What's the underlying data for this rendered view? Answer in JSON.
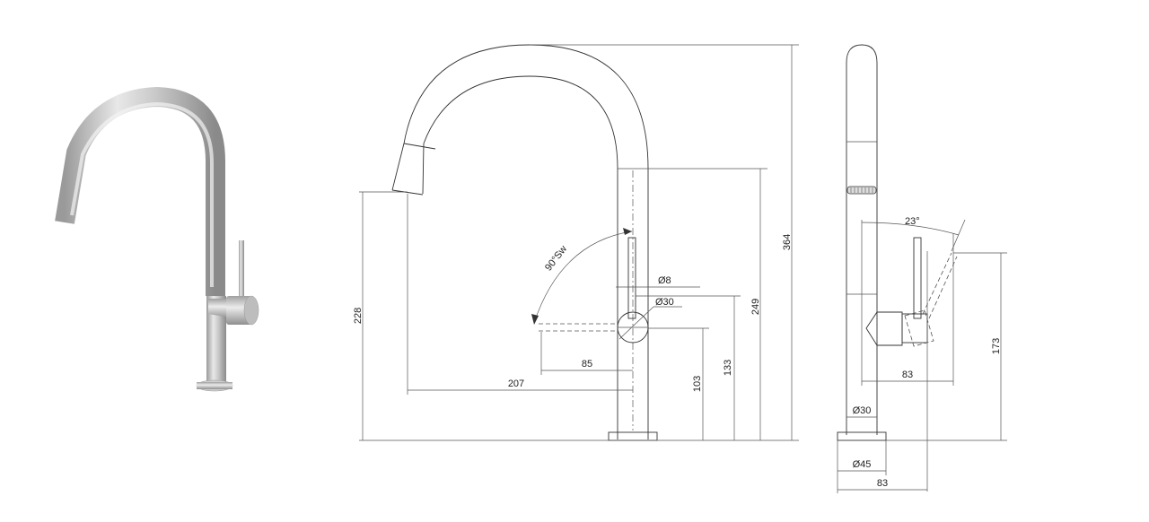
{
  "dimensions": {
    "front_height_total": "364",
    "front_height_body": "249",
    "front_height_spout": "228",
    "front_reach": "207",
    "front_lever_travel": "85",
    "front_height_lever_axis": "103",
    "front_height_handle_top": "133",
    "front_lever_dia": "Ø8",
    "front_handle_dia": "Ø30",
    "front_rotation": "90°Sw",
    "side_angle": "23°",
    "side_handle_depth": "83",
    "side_height_lever": "173",
    "side_body_dia": "Ø30",
    "side_base_dia": "Ø45",
    "side_base_depth": "83"
  },
  "colors": {
    "line": "#333333",
    "steel_dark": "#8c8c8c",
    "steel_light": "#e6e6e6"
  }
}
